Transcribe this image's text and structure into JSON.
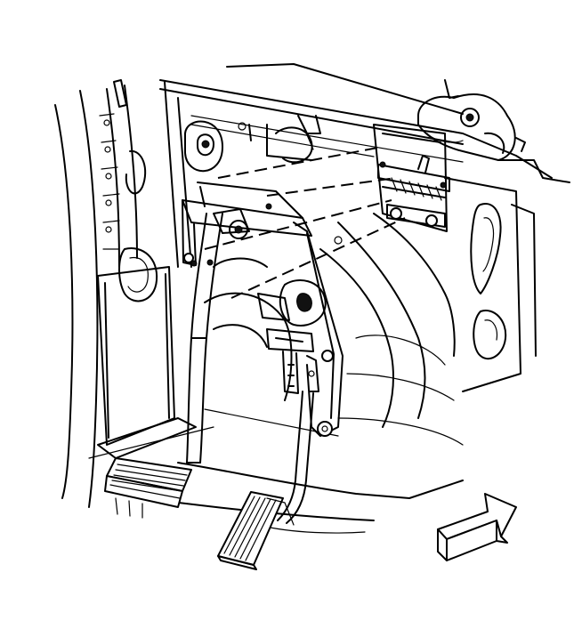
{
  "diagram": {
    "parts": [
      {
        "name": "brake-pedal-assembly"
      },
      {
        "name": "accelerator-pedal"
      },
      {
        "name": "pedal-support-bracket"
      },
      {
        "name": "brake-booster-pushrod"
      },
      {
        "name": "dash-panel"
      },
      {
        "name": "steering-column-support"
      }
    ],
    "arrow": {
      "direction": "forward",
      "meaning": "front-of-vehicle"
    },
    "colors": {
      "line": "#000000",
      "fill": "#ffffff",
      "shade": "#111111"
    }
  }
}
